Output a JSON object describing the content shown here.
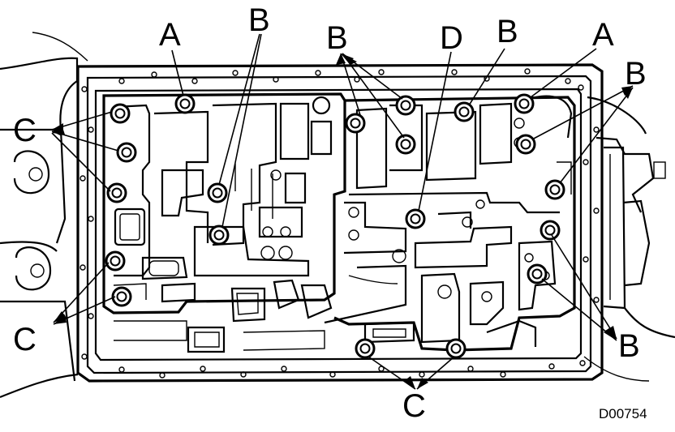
{
  "diagram": {
    "code": "D00754",
    "labels": {
      "A_left": "A",
      "B_topleft": "B",
      "B_topmid": "B",
      "D_top": "D",
      "B_topright": "B",
      "A_right": "A",
      "B_right": "B",
      "C_left_top": "C",
      "C_left_bottom": "C",
      "B_bottomright": "B",
      "C_bottom": "C"
    }
  }
}
